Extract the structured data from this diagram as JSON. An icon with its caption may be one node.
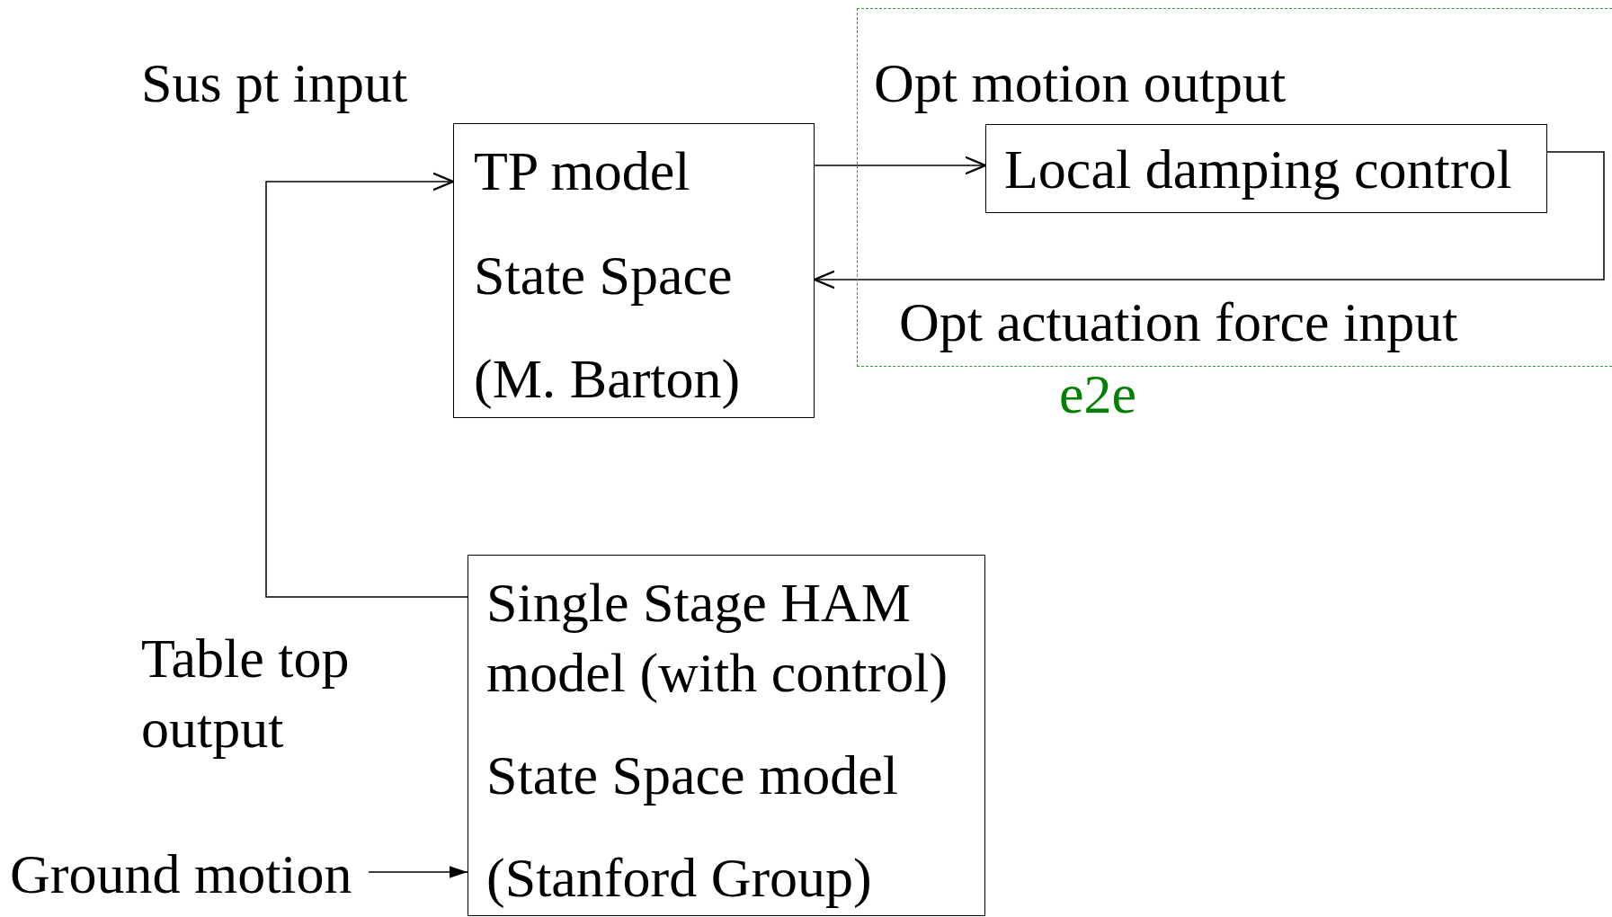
{
  "diagram": {
    "nodes": [
      {
        "text": [
          "TP model",
          "State Space",
          "(M. Barton)"
        ]
      },
      {
        "text": [],
        "shape": "box"
      },
      {
        "text": [
          "Local damping control"
        ],
        "in": 1
      },
      {
        "text": [
          "Single Stage HAM model (with control)",
          "State Space model",
          "(Stanford Group)"
        ]
      },
      {
        "text": [
          "Ground motion"
        ]
      }
    ],
    "edges": [
      {
        "from": 3,
        "to": 0,
        "arrow": "to"
      },
      {
        "from": 0,
        "to": 2,
        "arrow": "to"
      },
      {
        "from": 2,
        "to": 0,
        "arrow": "to"
      },
      {
        "from": 4,
        "to": 3,
        "arrow": "to"
      }
    ],
    "labels": [
      "Sus pt input",
      "Opt motion output",
      "Opt actuation force input",
      "e2e",
      "Table top output"
    ]
  }
}
